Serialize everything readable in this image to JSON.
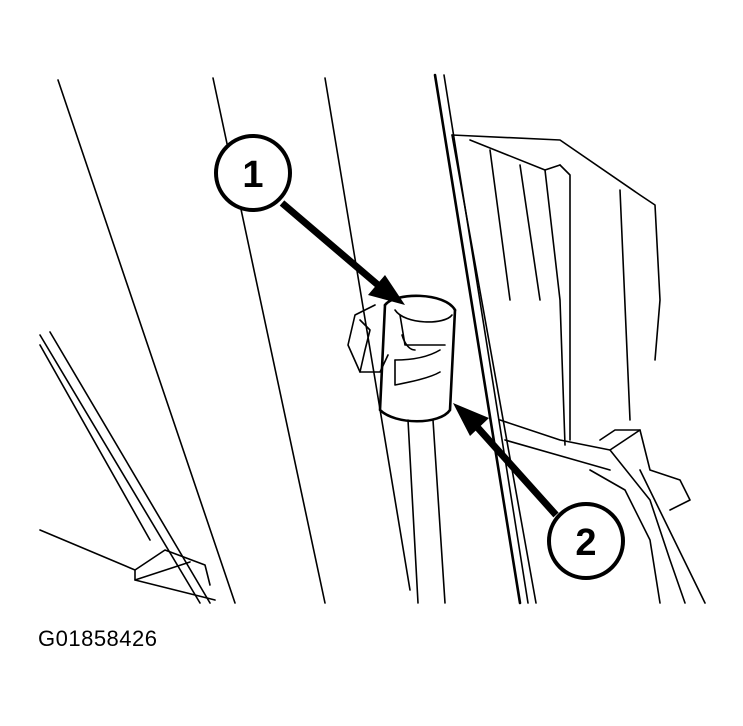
{
  "figure": {
    "callouts": [
      {
        "label": "1",
        "target": "bolt-head"
      },
      {
        "label": "2",
        "target": "bracket-sleeve"
      }
    ],
    "figure_id": "G01858426"
  }
}
